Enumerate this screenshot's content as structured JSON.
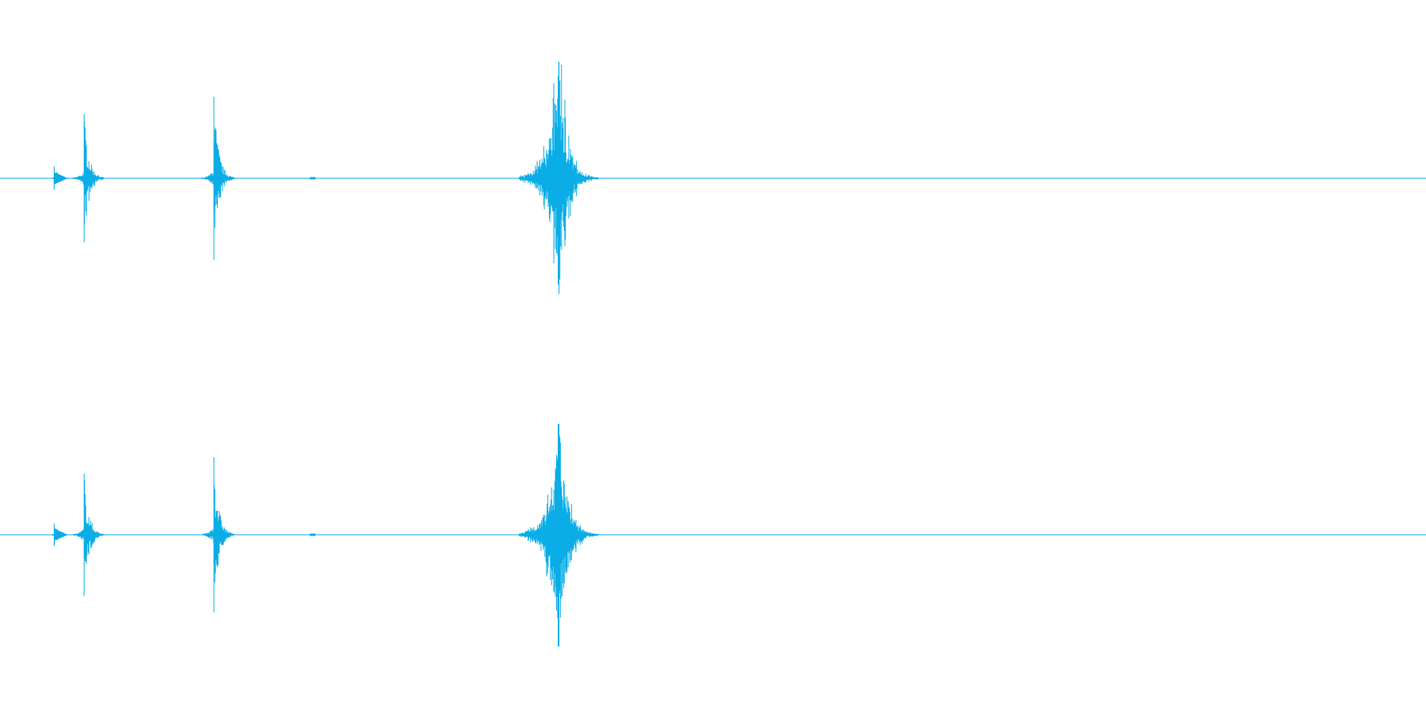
{
  "waveform": {
    "color": "#0aade6",
    "background": "#ffffff",
    "channels": [
      {
        "name": "",
        "events": [
          {
            "time": 0.038,
            "amplitude": 0.1
          },
          {
            "time": 0.059,
            "amplitude": 0.55
          },
          {
            "time": 0.15,
            "amplitude": 0.7
          },
          {
            "time": 0.219,
            "amplitude": 0.01
          },
          {
            "time": 0.392,
            "amplitude": 1.0
          }
        ]
      },
      {
        "name": "",
        "events": [
          {
            "time": 0.038,
            "amplitude": 0.1
          },
          {
            "time": 0.059,
            "amplitude": 0.55
          },
          {
            "time": 0.15,
            "amplitude": 0.7
          },
          {
            "time": 0.219,
            "amplitude": 0.01
          },
          {
            "time": 0.392,
            "amplitude": 1.0
          }
        ]
      }
    ]
  }
}
